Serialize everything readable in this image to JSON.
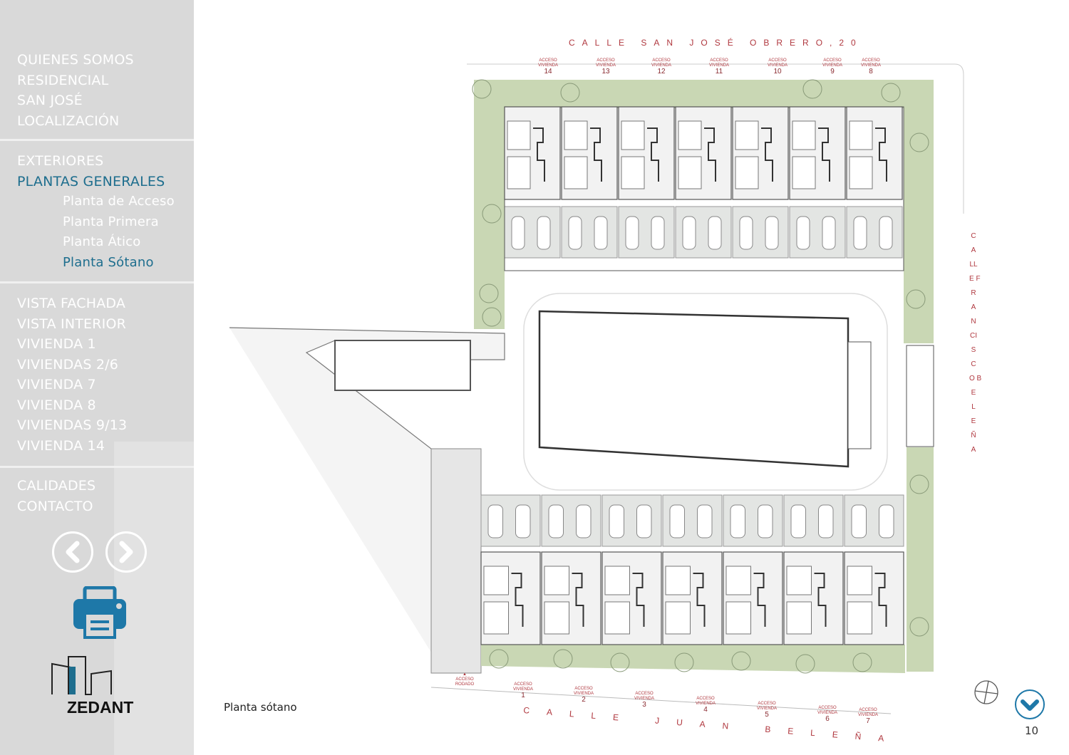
{
  "sidebar": {
    "group1": [
      "QUIENES SOMOS",
      "RESIDENCIAL",
      "SAN JOSÉ",
      "LOCALIZACIÓN"
    ],
    "group2": [
      "EXTERIORES",
      "PLANTAS GENERALES"
    ],
    "sub": [
      "Planta de Acceso",
      "Planta Primera",
      "Planta Ático",
      "Planta Sótano"
    ],
    "group3": [
      "VISTA FACHADA",
      "VISTA INTERIOR",
      "VIVIENDA 1",
      "VIVIENDAS 2/6",
      "VIVIENDA 7",
      "VIVIENDA 8",
      "VIVIENDAS 9/13",
      "VIVIENDA 14"
    ],
    "group4": [
      "CALIDADES",
      "CONTACTO"
    ],
    "active": "PLANTAS GENERALES",
    "active_sub": "Planta Sótano",
    "logo": "ZEDANT"
  },
  "plan": {
    "street_top": "CALLE SAN JOSÉ OBRERO,20",
    "street_right": "CALLE FRANCISCO BELEÑA",
    "street_bottom": "CALLE JUAN BELEÑA",
    "access_label": "ACCESO VIVIENDA",
    "top_access": [
      "14",
      "13",
      "12",
      "11",
      "10",
      "9",
      "8"
    ],
    "bottom_access": [
      "1",
      "2",
      "3",
      "4",
      "5",
      "6",
      "7"
    ],
    "access_rodado": "ACCESO RODADO"
  },
  "caption": "Planta sótano",
  "page_number": "10",
  "colors": {
    "accent": "#1e6e8e",
    "street": "#b0383f",
    "green": "#c9d7b4",
    "sidebar": "#d9d9d9"
  }
}
